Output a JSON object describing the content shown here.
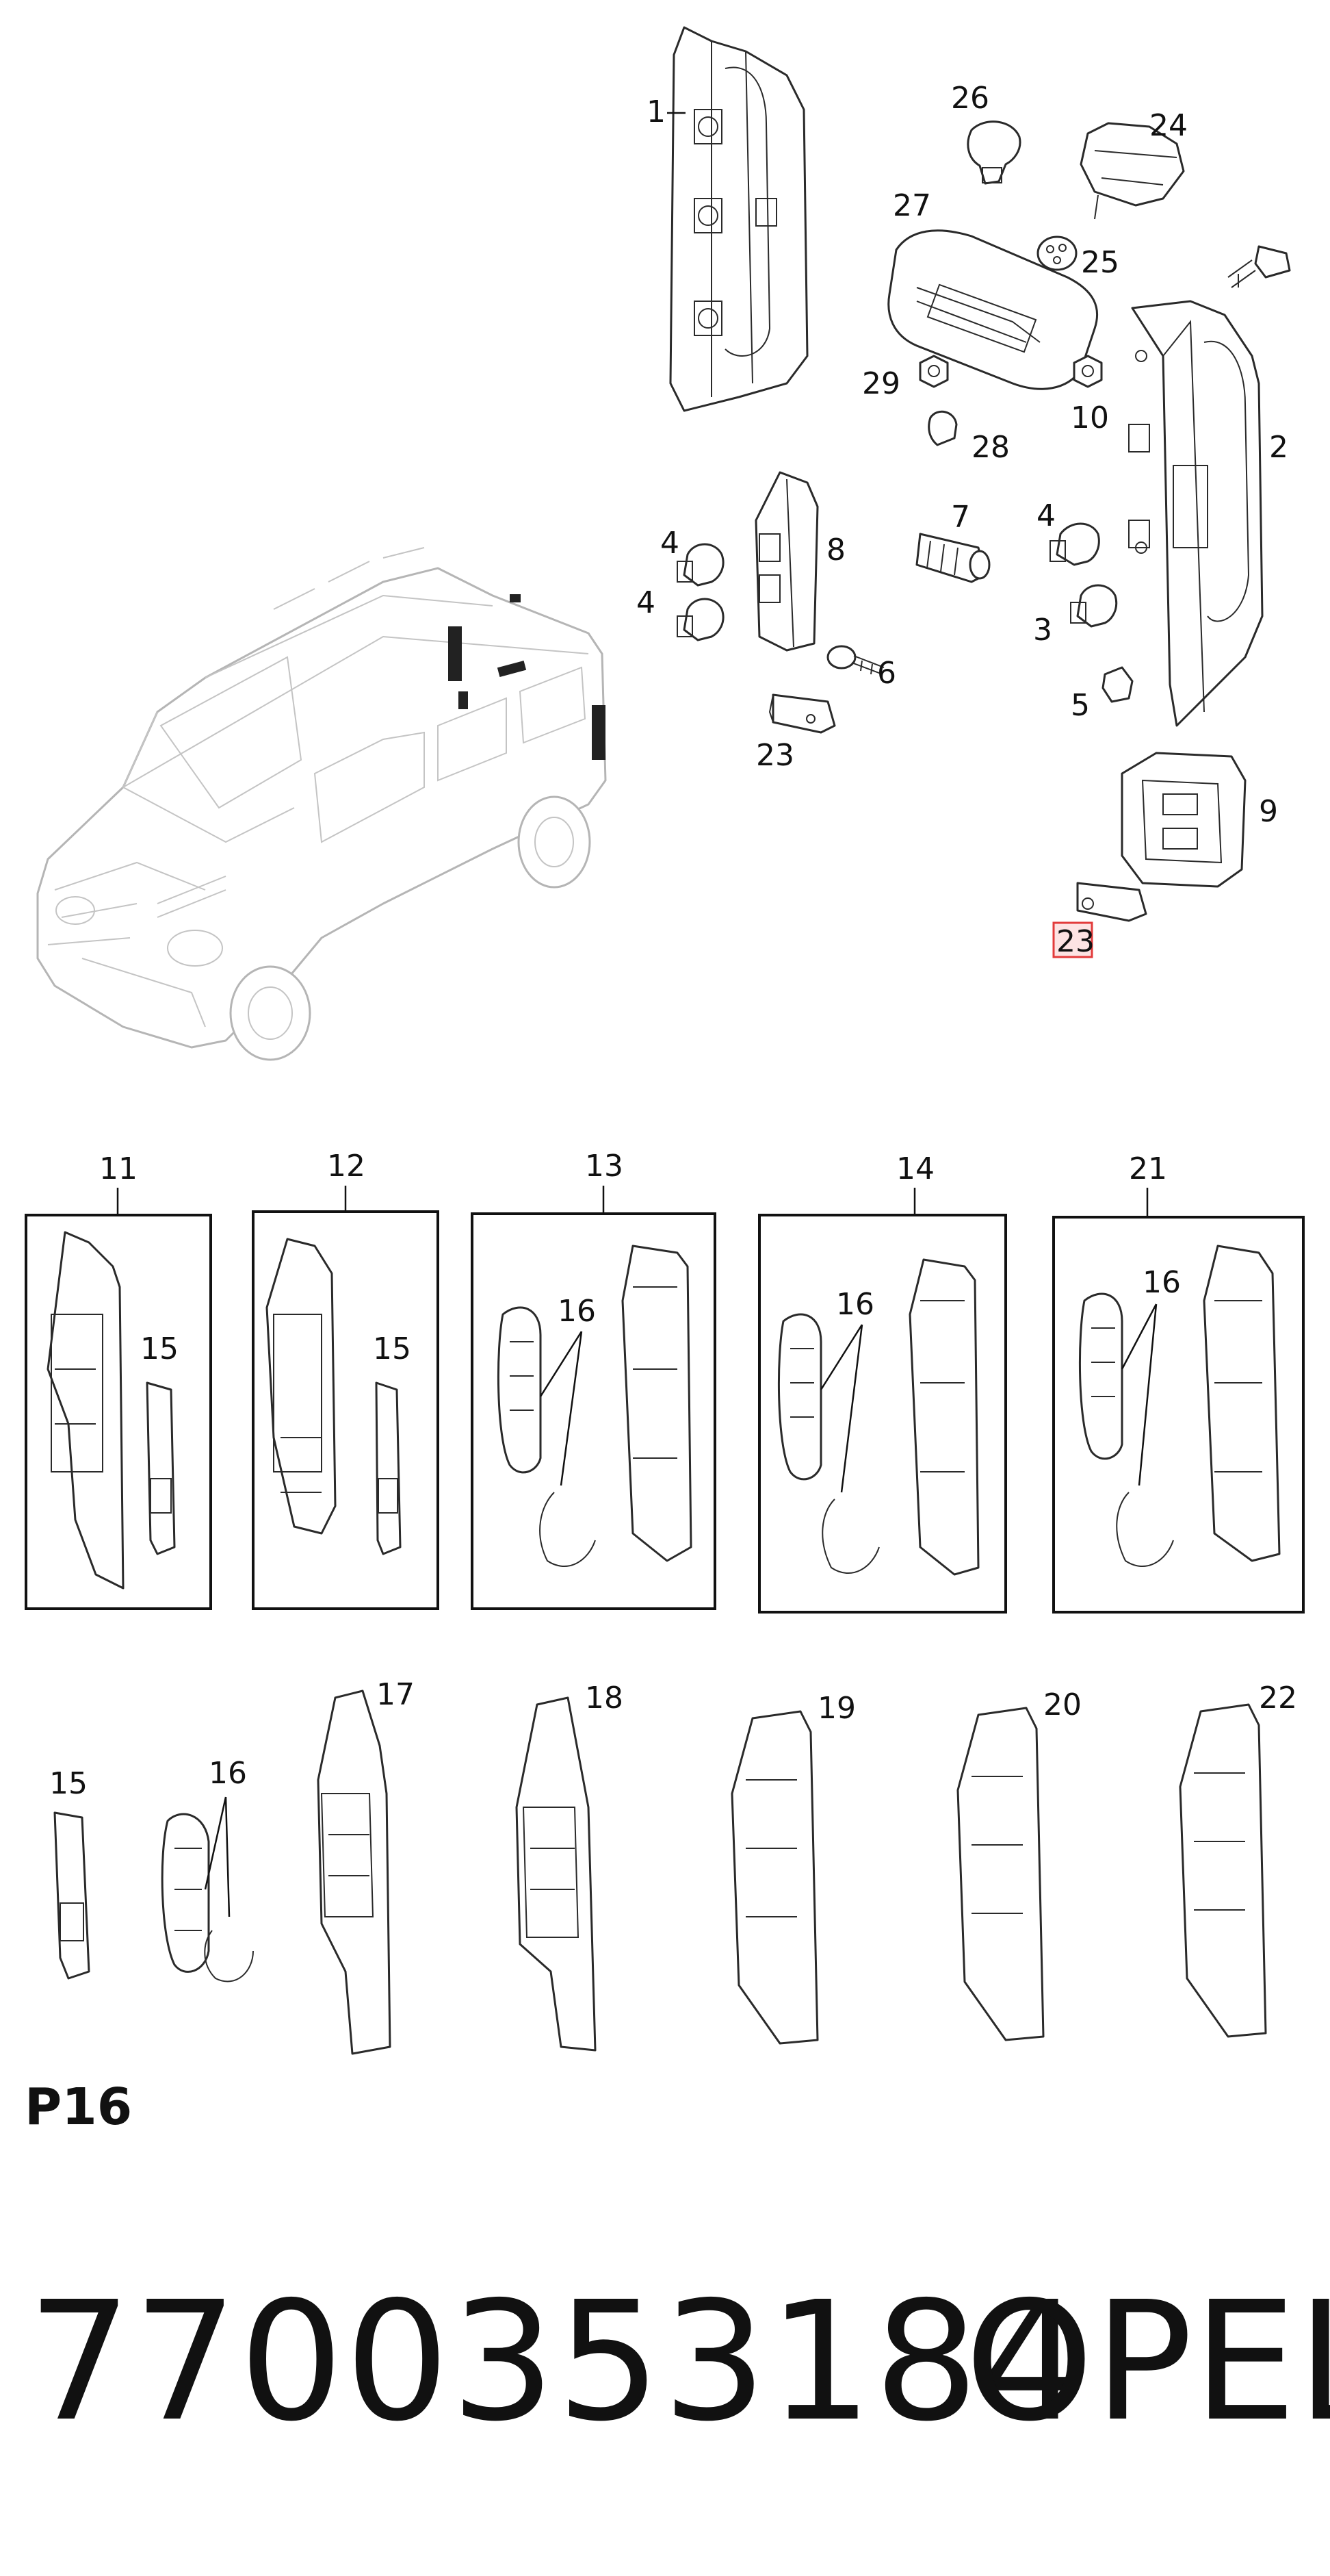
{
  "labels": {
    "p1": "1",
    "p2": "2",
    "p3": "3",
    "p4a": "4",
    "p4b": "4",
    "p4c": "4",
    "p5": "5",
    "p6": "6",
    "p7": "7",
    "p8": "8",
    "p9": "9",
    "p10": "10",
    "p11": "11",
    "p12": "12",
    "p13": "13",
    "p14": "14",
    "p15a": "15",
    "p15b": "15",
    "p15c": "15",
    "p16a": "16",
    "p16b": "16",
    "p16c": "16",
    "p16d": "16",
    "p17": "17",
    "p18": "18",
    "p19": "19",
    "p20": "20",
    "p21": "21",
    "p22": "22",
    "p23a": "23",
    "p23b": "23",
    "p24": "24",
    "p25": "25",
    "p26": "26",
    "p27": "27",
    "p28": "28",
    "p29": "29"
  },
  "highlight": {
    "label": "23",
    "color": "#e23b3b",
    "fill": "#fde3e3"
  },
  "page_code": "P16",
  "part_number": "7700353184",
  "brand": "OPEL",
  "colors": {
    "line": "#2a2a2a",
    "van_line": "#b5b5b5",
    "text": "#111111"
  }
}
